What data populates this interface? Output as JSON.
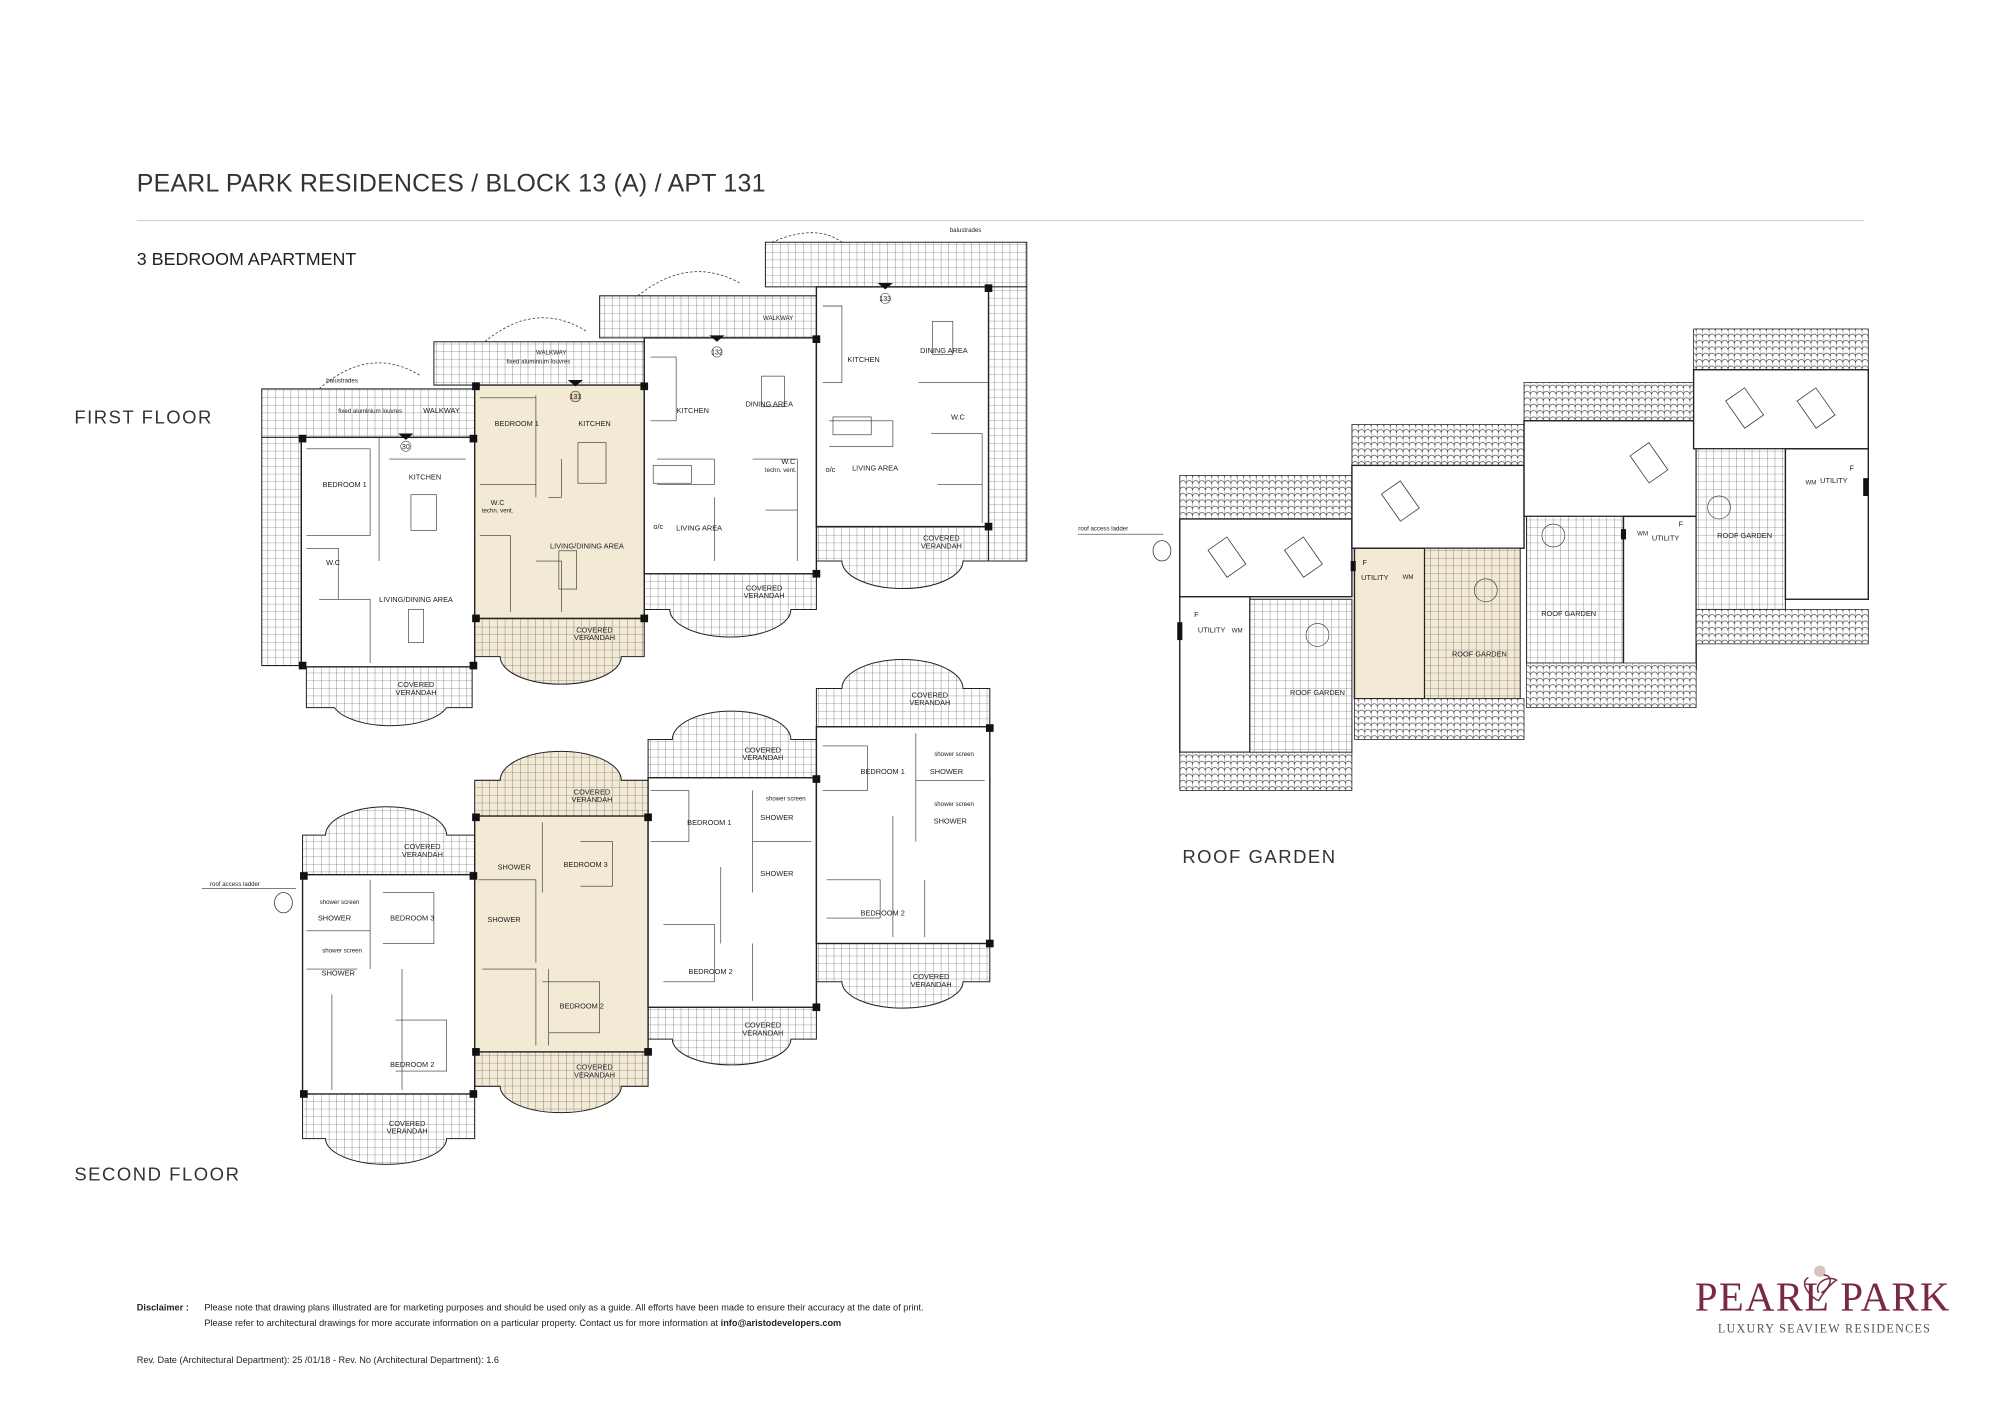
{
  "header": {
    "title": "PEARL PARK RESIDENCES / BLOCK 13 (A) / APT 131",
    "subtitle": "3 BEDROOM APARTMENT"
  },
  "sections": {
    "first_floor": "FIRST FLOOR",
    "second_floor": "SECOND FLOOR",
    "roof_garden": "ROOF GARDEN"
  },
  "colors": {
    "highlight": "#f3ead6",
    "brand": "#7a2a3f"
  },
  "first_floor": {
    "balustrades": "balustrades",
    "balustrades_top": "balustrades",
    "apt_130": {
      "number": "30",
      "bedroom_1": "BEDROOM 1",
      "kitchen": "KITCHEN",
      "wc": "W.C",
      "living": "LIVING/DINING AREA",
      "louvres": "fixed aluminium louvres",
      "walkway": "WALKWAY",
      "verandah": [
        "COVERED",
        "VERANDAH"
      ]
    },
    "apt_131": {
      "number": "131",
      "bedroom_1": "BEDROOM 1",
      "kitchen": "KITCHEN",
      "wc": "W.C",
      "vent": "techn. vent.",
      "living": "LIVING/DINING AREA",
      "louvres": "fixed aluminium louvres",
      "walkway": "WALKWAY",
      "verandah": [
        "COVERED",
        "VERANDAH"
      ]
    },
    "apt_132": {
      "number": "132",
      "kitchen": "KITCHEN",
      "dining": "DINING AREA",
      "wc": "W.C",
      "vent": "techn. vent.",
      "living": "LIVING AREA",
      "oc": "o/c",
      "walkway": "WALKWAY",
      "verandah": [
        "COVERED",
        "VERANDAH"
      ]
    },
    "apt_133": {
      "number": "133",
      "kitchen": "KITCHEN",
      "dining": "DINING AREA",
      "wc": "W.C",
      "living": "LIVING AREA",
      "oc": "o/c",
      "verandah": [
        "COVERED",
        "VERANDAH"
      ]
    }
  },
  "second_floor": {
    "roof_access_ladder": "roof access ladder",
    "apt_130": {
      "bedroom_3": "BEDROOM 3",
      "bedroom_2": "BEDROOM 2",
      "shower_a": "SHOWER",
      "shower_b": "SHOWER",
      "screen_a": "shower screen",
      "screen_b": "shower screen",
      "verandah_top": [
        "COVERED",
        "VERANDAH"
      ],
      "verandah_bottom": [
        "COVERED",
        "VERANDAH"
      ]
    },
    "apt_131": {
      "bedroom_3": "BEDROOM 3",
      "bedroom_2": "BEDROOM 2",
      "shower_a": "SHOWER",
      "shower_b": "SHOWER",
      "verandah_top": [
        "COVERED",
        "VERANDAH"
      ],
      "verandah_bottom": [
        "COVERED",
        "VERANDAH"
      ]
    },
    "apt_132": {
      "bedroom_1": "BEDROOM 1",
      "bedroom_2": "BEDROOM 2",
      "shower_a": "SHOWER",
      "shower_b": "SHOWER",
      "screen_a": "shower screen",
      "verandah_top": [
        "COVERED",
        "VERANDAH"
      ],
      "verandah_bottom": [
        "COVERED",
        "VERANDAH"
      ]
    },
    "apt_133": {
      "bedroom_1": "BEDROOM 1",
      "bedroom_2": "BEDROOM 2",
      "shower_a": "SHOWER",
      "shower_b": "SHOWER",
      "screen_a": "shower screen",
      "screen_b": "shower screen",
      "verandah_top": [
        "COVERED",
        "VERANDAH"
      ],
      "verandah_bottom": [
        "COVERED",
        "VERANDAH"
      ]
    }
  },
  "roof": {
    "roof_access_ladder": "roof access ladder",
    "units": [
      {
        "utility": "UTILITY",
        "fridge": "F",
        "washer": "WM",
        "garden": "ROOF GARDEN"
      },
      {
        "utility": "UTILITY",
        "fridge": "F",
        "washer": "WM",
        "garden": "ROOF GARDEN"
      },
      {
        "utility": "UTILITY",
        "fridge": "F",
        "washer": "WM",
        "garden": "ROOF GARDEN"
      },
      {
        "utility": "UTILITY",
        "fridge": "F",
        "washer": "WM",
        "garden": "ROOF GARDEN"
      }
    ]
  },
  "footer": {
    "disclaimer_label": "Disclaimer :",
    "disclaimer_line1": "Please note that drawing plans illustrated are for marketing purposes and should be used only as a guide. All efforts have been made to ensure their accuracy at the date of print.",
    "disclaimer_line2": "Please refer to architectural drawings for more accurate information on a particular property. Contact us for more information at",
    "email": "info@aristodevelopers.com",
    "rev_date_label": "Rev. Date (Architectural Department):",
    "rev_date": "25 /01/18",
    "rev_no_label": "- Rev. No (Architectural Department):",
    "rev_no": "1.6"
  },
  "logo": {
    "name": "PEARL PARK",
    "tagline": "LUXURY SEAVIEW RESIDENCES"
  }
}
